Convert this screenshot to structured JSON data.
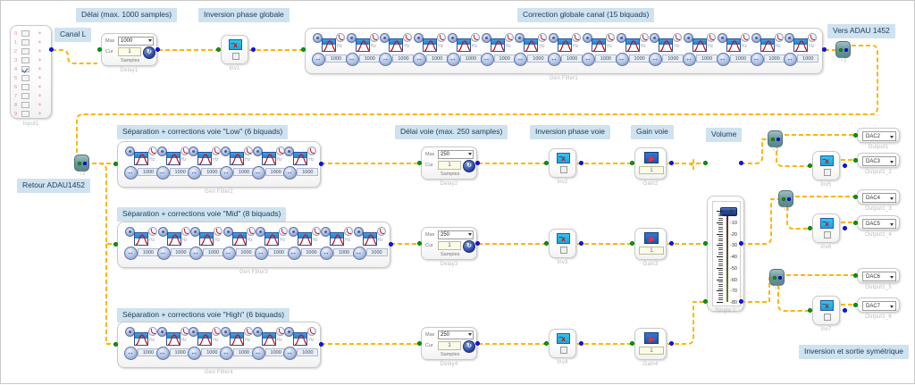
{
  "meta": {
    "app": "SigmaStudio signal-flow schematic",
    "language": "fr"
  },
  "captions": [
    {
      "id": "cap-canal-l",
      "text": "Canal L"
    },
    {
      "id": "cap-delai",
      "text": "Délai (max. 1000 samples)"
    },
    {
      "id": "cap-inv-glob",
      "text": "Inversion phase globale"
    },
    {
      "id": "cap-corr-glob",
      "text": "Correction globale canal (15 biquads)"
    },
    {
      "id": "cap-vers-adau",
      "text": "Vers ADAU 1452"
    },
    {
      "id": "cap-retour",
      "text": "Retour ADAU1452"
    },
    {
      "id": "cap-low",
      "text": "Séparation + corrections voie \"Low\" (6 biquads)"
    },
    {
      "id": "cap-mid",
      "text": "Séparation + corrections voie \"Mid\" (8 biquads)"
    },
    {
      "id": "cap-high",
      "text": "Séparation + corrections voie \"High\" (6 biquads)"
    },
    {
      "id": "cap-delai-voie",
      "text": "Délai voie (max. 250 samples)"
    },
    {
      "id": "cap-inv-voie",
      "text": "Inversion phase voie"
    },
    {
      "id": "cap-gain-voie",
      "text": "Gain voie"
    },
    {
      "id": "cap-volume",
      "text": "Volume"
    },
    {
      "id": "cap-inv-sym",
      "text": "Inversion et sortie symétrique"
    }
  ],
  "input_block": {
    "name": "Input1",
    "rows": [
      "0",
      "1",
      "2",
      "3",
      "4",
      "5",
      "6",
      "7",
      "8",
      "9"
    ],
    "checked_index": 4
  },
  "delays": [
    {
      "name": "Delay1",
      "max_label": "Max",
      "max_value": "1000",
      "cur_label": "Cur",
      "cur_value": "1",
      "unit": "Samples",
      "knob_glyph": "↻"
    },
    {
      "name": "Delay2",
      "max_label": "Max",
      "max_value": "250",
      "cur_label": "Cur",
      "cur_value": "1",
      "unit": "Samples",
      "knob_glyph": "↻"
    },
    {
      "name": "Delay3",
      "max_label": "Max",
      "max_value": "250",
      "cur_label": "Cur",
      "cur_value": "1",
      "unit": "Samples",
      "knob_glyph": "↻"
    },
    {
      "name": "Delay4",
      "max_label": "Max",
      "max_value": "250",
      "cur_label": "Cur",
      "cur_value": "1",
      "unit": "Samples",
      "knob_glyph": "↻"
    }
  ],
  "inverters": [
    {
      "name": "Inv1"
    },
    {
      "name": "Inv2"
    },
    {
      "name": "Inv3"
    },
    {
      "name": "Inv4"
    },
    {
      "name": "Inv5"
    },
    {
      "name": "Inv6"
    },
    {
      "name": "Inv7"
    }
  ],
  "gains": [
    {
      "name": "Gain2",
      "value": "1"
    },
    {
      "name": "Gain3",
      "value": "1"
    },
    {
      "name": "Gain4",
      "value": "1"
    }
  ],
  "filter_banks": [
    {
      "name": "Gen Filter1",
      "biquads": 15,
      "freq": "1000",
      "unit": "Hz"
    },
    {
      "name": "Gen Filter2",
      "biquads": 6,
      "freq": "1000",
      "unit": "Hz"
    },
    {
      "name": "Gen Filter3",
      "biquads": 8,
      "freq": "1000",
      "unit": "Hz"
    },
    {
      "name": "Gen Filter4",
      "biquads": 6,
      "freq": "1000",
      "unit": "Hz"
    }
  ],
  "volume": {
    "name": "Single 1",
    "ticks": [
      "0",
      "-10",
      "-20",
      "-30",
      "-40",
      "-50",
      "-60",
      "-70",
      "-80"
    ],
    "position_db": "0"
  },
  "terminals": [
    {
      "name": "T1"
    },
    {
      "name": "T2"
    },
    {
      "name": "T3"
    },
    {
      "name": "T4"
    },
    {
      "name": "T5"
    }
  ],
  "outputs": [
    {
      "name": "Output1",
      "value": "DAC2"
    },
    {
      "name": "Output1_2",
      "value": "DAC3"
    },
    {
      "name": "Output1_3",
      "value": "DAC4"
    },
    {
      "name": "Output1_4",
      "value": "DAC5"
    },
    {
      "name": "Output1_5",
      "value": "DAC6"
    },
    {
      "name": "Output1_6",
      "value": "DAC7"
    }
  ],
  "colors": {
    "wire": "#ffb400",
    "caption_bg": "#cfe2ef",
    "caption_fg": "#1d3c55",
    "pin_in": "#00a000",
    "pin_out": "#1414ff",
    "terminal": "#6b9498"
  }
}
